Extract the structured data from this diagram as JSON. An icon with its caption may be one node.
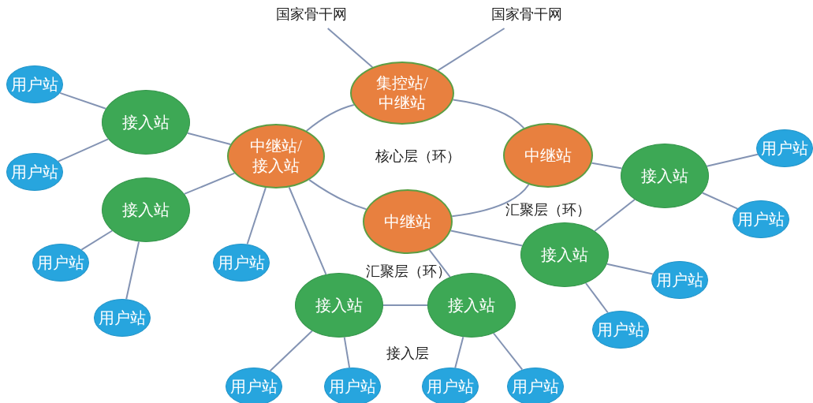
{
  "diagram": {
    "nodes": [
      {
        "text": [
          "国家骨干网"
        ]
      },
      {
        "text": [
          "国家骨干网"
        ]
      },
      {
        "text": [
          "集控站/中继站"
        ]
      },
      {
        "text": [
          "用户站"
        ]
      },
      {
        "text": [
          "接入站"
        ]
      },
      {
        "text": [
          "中继站/接入站"
        ]
      },
      {
        "text": [
          "中继站"
        ]
      },
      {
        "text": [
          "用户站"
        ]
      },
      {
        "text": [
          "用户站"
        ]
      },
      {
        "text": [
          "接入站"
        ]
      },
      {
        "text": [
          "接入站"
        ]
      },
      {
        "text": [
          "中继站"
        ]
      },
      {
        "text": [
          "用户站"
        ]
      },
      {
        "text": [
          "接入站"
        ]
      },
      {
        "text": [
          "用户站"
        ]
      },
      {
        "text": [
          "用户站"
        ]
      },
      {
        "text": [
          "用户站"
        ]
      },
      {
        "text": [
          "接入站"
        ]
      },
      {
        "text": [
          "接入站"
        ]
      },
      {
        "text": [
          "用户站"
        ]
      },
      {
        "text": [
          "用户站"
        ]
      },
      {
        "text": [
          "用户站"
        ]
      },
      {
        "text": [
          "用户站"
        ]
      },
      {
        "text": [
          "用户站"
        ]
      },
      {
        "text": [
          "用户站"
        ]
      }
    ],
    "edges": [
      {
        "from": 0,
        "to": 2,
        "arrow": "none"
      },
      {
        "from": 1,
        "to": 2,
        "arrow": "none"
      },
      {
        "from": 5,
        "to": 2,
        "arrow": "none"
      },
      {
        "from": 2,
        "to": 6,
        "arrow": "none"
      },
      {
        "from": 6,
        "to": 11,
        "arrow": "none"
      },
      {
        "from": 11,
        "to": 5,
        "arrow": "none"
      },
      {
        "from": 3,
        "to": 4,
        "arrow": "none"
      },
      {
        "from": 8,
        "to": 4,
        "arrow": "none"
      },
      {
        "from": 4,
        "to": 5,
        "arrow": "none"
      },
      {
        "from": 10,
        "to": 5,
        "arrow": "none"
      },
      {
        "from": 10,
        "to": 14,
        "arrow": "none"
      },
      {
        "from": 10,
        "to": 19,
        "arrow": "none"
      },
      {
        "from": 5,
        "to": 15,
        "arrow": "none"
      },
      {
        "from": 5,
        "to": 17,
        "arrow": "none"
      },
      {
        "from": 17,
        "to": 18,
        "arrow": "none"
      },
      {
        "from": 11,
        "to": 18,
        "arrow": "none"
      },
      {
        "from": 11,
        "to": 13,
        "arrow": "none"
      },
      {
        "from": 13,
        "to": 9,
        "arrow": "none"
      },
      {
        "from": 6,
        "to": 9,
        "arrow": "none"
      },
      {
        "from": 9,
        "to": 7,
        "arrow": "none"
      },
      {
        "from": 9,
        "to": 12,
        "arrow": "none"
      },
      {
        "from": 13,
        "to": 16,
        "arrow": "none"
      },
      {
        "from": 13,
        "to": 20,
        "arrow": "none"
      },
      {
        "from": 17,
        "to": 21,
        "arrow": "none"
      },
      {
        "from": 17,
        "to": 22,
        "arrow": "none"
      },
      {
        "from": 18,
        "to": 23,
        "arrow": "none"
      },
      {
        "from": 18,
        "to": 24,
        "arrow": "none"
      }
    ],
    "labels": [
      "核心层（环）",
      "汇聚层（环）",
      "汇聚层（环）",
      "接入层"
    ]
  }
}
